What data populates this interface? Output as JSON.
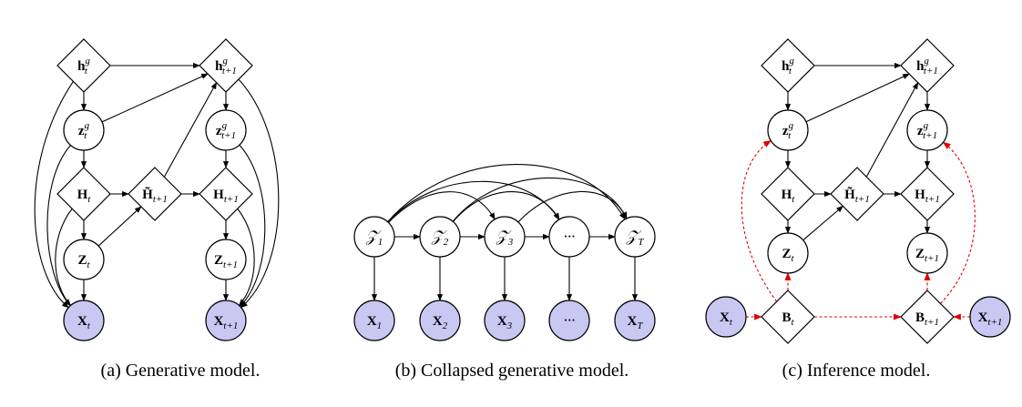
{
  "colors": {
    "observed_fill": "#c8c8f3",
    "node_stroke": "#000000",
    "edge": "#000000",
    "inference_edge": "#e00000"
  },
  "captions": {
    "a": "(a) Generative model.",
    "b": "(b) Collapsed generative model.",
    "c": "(c) Inference model."
  },
  "panel_a": {
    "nodes": [
      {
        "id": "a_hg_t",
        "base": "h",
        "sup": "g",
        "sub": "t",
        "shape": "diamond",
        "observed": false
      },
      {
        "id": "a_hg_t1",
        "base": "h",
        "sup": "g",
        "sub": "t+1",
        "shape": "diamond",
        "observed": false
      },
      {
        "id": "a_zg_t",
        "base": "z",
        "sup": "g",
        "sub": "t",
        "shape": "circle",
        "observed": false
      },
      {
        "id": "a_zg_t1",
        "base": "z",
        "sup": "g",
        "sub": "t+1",
        "shape": "circle",
        "observed": false
      },
      {
        "id": "a_H_t",
        "base": "H",
        "sup": "",
        "sub": "t",
        "shape": "diamond",
        "observed": false
      },
      {
        "id": "a_Htilde",
        "base": "H̃",
        "sup": "",
        "sub": "t+1",
        "shape": "diamond",
        "observed": false
      },
      {
        "id": "a_H_t1",
        "base": "H",
        "sup": "",
        "sub": "t+1",
        "shape": "diamond",
        "observed": false
      },
      {
        "id": "a_Z_t",
        "base": "Z",
        "sup": "",
        "sub": "t",
        "shape": "circle",
        "observed": false
      },
      {
        "id": "a_Z_t1",
        "base": "Z",
        "sup": "",
        "sub": "t+1",
        "shape": "circle",
        "observed": false
      },
      {
        "id": "a_X_t",
        "base": "X",
        "sup": "",
        "sub": "t",
        "shape": "circle",
        "observed": true
      },
      {
        "id": "a_X_t1",
        "base": "X",
        "sup": "",
        "sub": "t+1",
        "shape": "circle",
        "observed": true
      }
    ]
  },
  "panel_b": {
    "nodes": [
      {
        "id": "b_Z1",
        "base": "Z",
        "sub": "1",
        "shape": "circle",
        "observed": false
      },
      {
        "id": "b_Z2",
        "base": "Z",
        "sub": "2",
        "shape": "circle",
        "observed": false
      },
      {
        "id": "b_Z3",
        "base": "Z",
        "sub": "3",
        "shape": "circle",
        "observed": false
      },
      {
        "id": "b_Zdots",
        "base": "···",
        "sub": "",
        "shape": "circle",
        "observed": false
      },
      {
        "id": "b_ZT",
        "base": "Z",
        "sub": "T",
        "shape": "circle",
        "observed": false
      },
      {
        "id": "b_X1",
        "base": "X",
        "sub": "1",
        "shape": "circle",
        "observed": true
      },
      {
        "id": "b_X2",
        "base": "X",
        "sub": "2",
        "shape": "circle",
        "observed": true
      },
      {
        "id": "b_X3",
        "base": "X",
        "sub": "3",
        "shape": "circle",
        "observed": true
      },
      {
        "id": "b_Xdots",
        "base": "···",
        "sub": "",
        "shape": "circle",
        "observed": true
      },
      {
        "id": "b_XT",
        "base": "X",
        "sub": "T",
        "shape": "circle",
        "observed": true
      }
    ]
  },
  "panel_c": {
    "nodes": [
      {
        "id": "c_hg_t",
        "base": "h",
        "sup": "g",
        "sub": "t",
        "shape": "diamond",
        "observed": false
      },
      {
        "id": "c_hg_t1",
        "base": "h",
        "sup": "g",
        "sub": "t+1",
        "shape": "diamond",
        "observed": false
      },
      {
        "id": "c_zg_t",
        "base": "z",
        "sup": "g",
        "sub": "t",
        "shape": "circle",
        "observed": false
      },
      {
        "id": "c_zg_t1",
        "base": "z",
        "sup": "g",
        "sub": "t+1",
        "shape": "circle",
        "observed": false
      },
      {
        "id": "c_H_t",
        "base": "H",
        "sup": "",
        "sub": "t",
        "shape": "diamond",
        "observed": false
      },
      {
        "id": "c_Htilde",
        "base": "H̃",
        "sup": "",
        "sub": "t+1",
        "shape": "diamond",
        "observed": false
      },
      {
        "id": "c_H_t1",
        "base": "H",
        "sup": "",
        "sub": "t+1",
        "shape": "diamond",
        "observed": false
      },
      {
        "id": "c_Z_t",
        "base": "Z",
        "sup": "",
        "sub": "t",
        "shape": "circle",
        "observed": false
      },
      {
        "id": "c_Z_t1",
        "base": "Z",
        "sup": "",
        "sub": "t+1",
        "shape": "circle",
        "observed": false
      },
      {
        "id": "c_X_t",
        "base": "X",
        "sup": "",
        "sub": "t",
        "shape": "circle",
        "observed": true
      },
      {
        "id": "c_B_t",
        "base": "B",
        "sup": "",
        "sub": "t",
        "shape": "diamond",
        "observed": false
      },
      {
        "id": "c_B_t1",
        "base": "B",
        "sup": "",
        "sub": "t+1",
        "shape": "diamond",
        "observed": false
      },
      {
        "id": "c_X_t1",
        "base": "X",
        "sup": "",
        "sub": "t+1",
        "shape": "circle",
        "observed": true
      }
    ]
  }
}
